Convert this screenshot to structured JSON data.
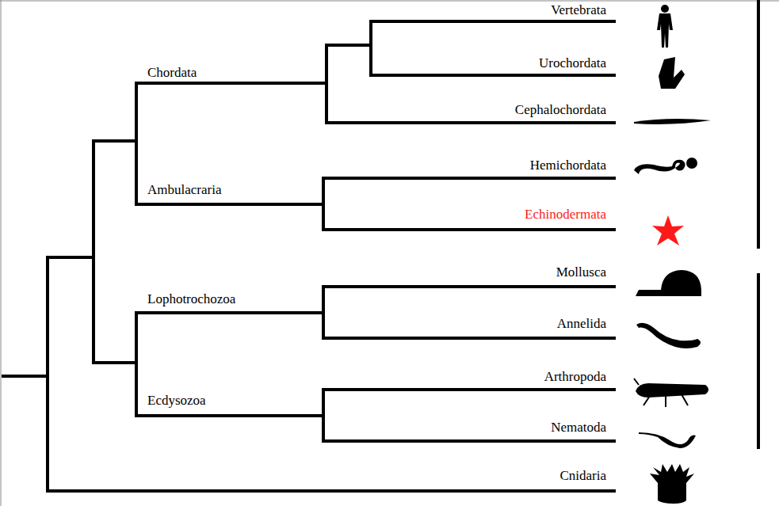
{
  "diagram": {
    "labels": [
      "Vertebrata",
      "Chordata",
      "Urochordata",
      "Cephalochordata",
      "Hemichordata",
      "Ambulacraria",
      "Echinodermata",
      "Mollusca",
      "Lophotrochozoa",
      "Annelida",
      "Arthropoda",
      "Ecdysozoa",
      "Nematoda",
      "Cnidaria"
    ]
  }
}
